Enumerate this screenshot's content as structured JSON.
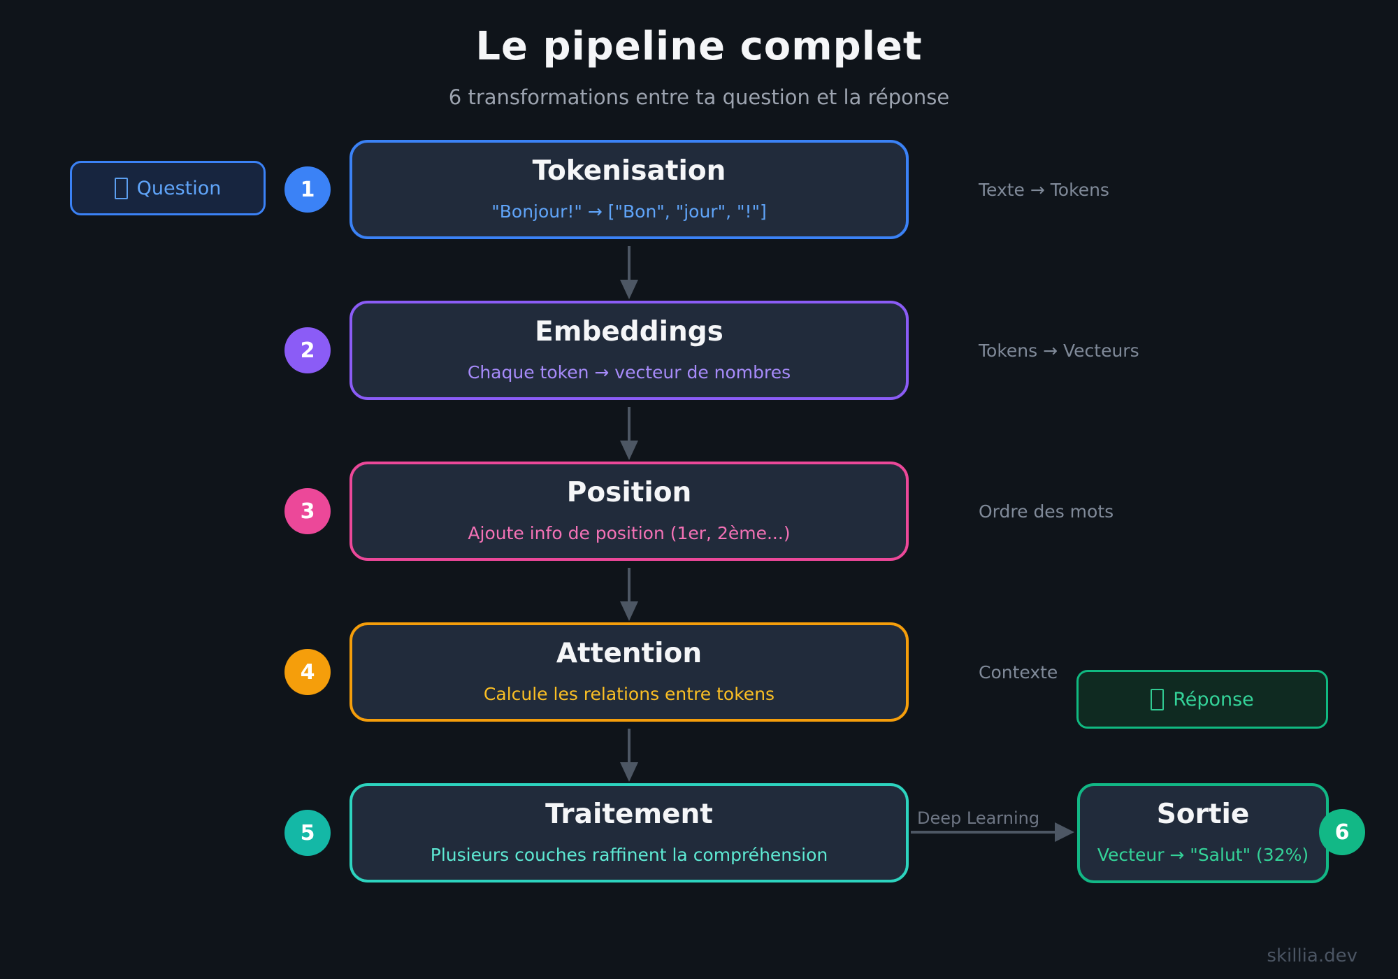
{
  "page": {
    "title": "Le pipeline complet",
    "subtitle": "6 transformations entre ta question et la réponse",
    "footer": "skillia.dev"
  },
  "colors": {
    "background": "#0f141a",
    "box_fill": "#212b3b",
    "arrow": "#4d5764",
    "side_label_color": "#808a99"
  },
  "input_badge": {
    "label": "Question",
    "icon": "missing-emoji-glyph",
    "accent": "#3b82f6",
    "text_color": "#60a5fa",
    "fill": "#17253f"
  },
  "output_badge": {
    "label": "Réponse",
    "icon": "missing-emoji-glyph",
    "accent": "#10b981",
    "text_color": "#34d399",
    "fill": "#0f2a21"
  },
  "steps": [
    {
      "num": "1",
      "title": "Tokenisation",
      "subtitle": "\"Bonjour!\" → [\"Bon\", \"jour\", \"!\"]",
      "side_label": "Texte → Tokens",
      "accent": "#3b82f6",
      "sub_color": "#60a5fa",
      "circle": "#3b82f6"
    },
    {
      "num": "2",
      "title": "Embeddings",
      "subtitle": "Chaque token → vecteur de nombres",
      "side_label": "Tokens → Vecteurs",
      "accent": "#8b5cf6",
      "sub_color": "#a78bfa",
      "circle": "#8b5cf6"
    },
    {
      "num": "3",
      "title": "Position",
      "subtitle": "Ajoute info de position (1er, 2ème...)",
      "side_label": "Ordre des mots",
      "accent": "#ec4899",
      "sub_color": "#f472b6",
      "circle": "#ec4899"
    },
    {
      "num": "4",
      "title": "Attention",
      "subtitle": "Calcule les relations entre tokens",
      "side_label": "Contexte",
      "accent": "#f59e0b",
      "sub_color": "#fbbf24",
      "circle": "#f59e0b"
    },
    {
      "num": "5",
      "title": "Traitement",
      "subtitle": "Plusieurs couches raffinent la compréhension",
      "side_label": "",
      "accent": "#2dd4bf",
      "sub_color": "#5eead4",
      "circle": "#14b8a6"
    }
  ],
  "final_step": {
    "num": "6",
    "title": "Sortie",
    "subtitle": "Vecteur → \"Salut\" (32%)",
    "accent": "#12b886",
    "sub_color": "#34d399",
    "circle": "#12b886"
  },
  "flow": {
    "arrow_label": "Deep Learning"
  }
}
